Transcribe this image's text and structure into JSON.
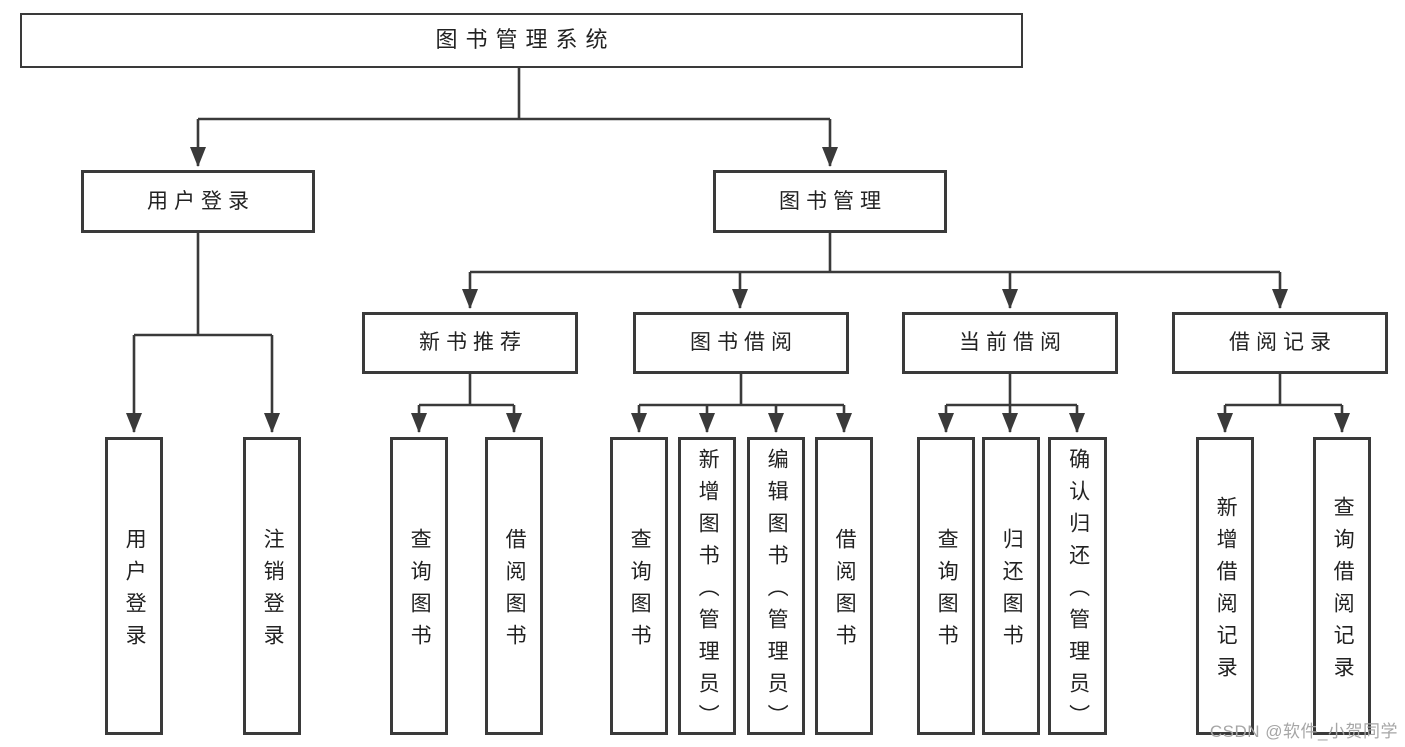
{
  "nodes": {
    "root": "图书管理系统",
    "user_login": "用户登录",
    "book_management": "图书管理",
    "new_book_recommend": "新书推荐",
    "book_borrowing": "图书借阅",
    "current_borrowing": "当前借阅",
    "borrowing_records": "借阅记录",
    "leaf_user_login": "用户登录",
    "leaf_logout": "注销登录",
    "leaf_nb_query_books": "查询图书",
    "leaf_nb_borrow_books": "借阅图书",
    "leaf_bb_query_books": "查询图书",
    "leaf_bb_add_books": "新增图书（管理员）",
    "leaf_bb_edit_books": "编辑图书（管理员）",
    "leaf_bb_borrow_books": "借阅图书",
    "leaf_cb_query_books": "查询图书",
    "leaf_cb_return_books": "归还图书",
    "leaf_cb_confirm_return": "确认归还（管理员）",
    "leaf_br_add_record": "新增借阅记录",
    "leaf_br_query_record": "查询借阅记录"
  },
  "watermark": "CSDN @软件_小贺同学",
  "colors": {
    "line": "#3a3a3a",
    "text": "#222222",
    "box_background": "#ffffff",
    "watermark": "#a6a6a6"
  }
}
